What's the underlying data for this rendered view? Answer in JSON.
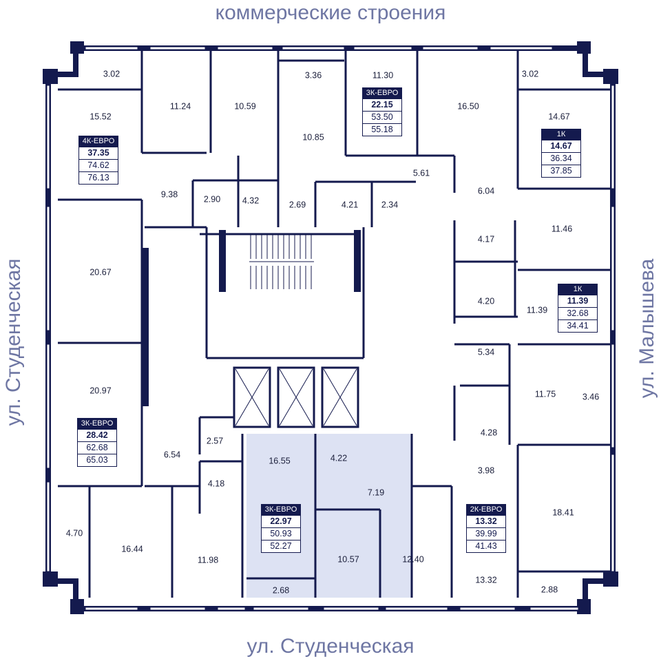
{
  "streets": {
    "top": "коммерческие строения",
    "bottom": "ул. Студенческая",
    "left": "ул. Студенческая",
    "right": "ул. Малышева"
  },
  "colors": {
    "wall": "#141a4e",
    "highlight": "#dde2f3",
    "street_text": "#6e76a3"
  },
  "room_areas": [
    "3.02",
    "11.24",
    "10.59",
    "3.36",
    "11.30",
    "16.50",
    "3.02",
    "15.52",
    "10.85",
    "14.67",
    "9.38",
    "2.90",
    "4.32",
    "5.61",
    "6.04",
    "2.69",
    "4.21",
    "2.34",
    "11.46",
    "4.17",
    "20.67",
    "4.20",
    "11.39",
    "5.34",
    "11.75",
    "3.46",
    "20.97",
    "2.57",
    "4.28",
    "16.55",
    "4.22",
    "6.54",
    "3.98",
    "4.18",
    "7.19",
    "18.41",
    "4.70",
    "16.44",
    "11.98",
    "10.57",
    "12.40",
    "13.32",
    "2.68",
    "2.88"
  ],
  "apartments": [
    {
      "type": "4К-ЕВРО",
      "living": "37.35",
      "total": "74.62",
      "total_with_balcony": "76.13"
    },
    {
      "type": "3К-ЕВРО",
      "living": "22.15",
      "total": "53.50",
      "total_with_balcony": "55.18"
    },
    {
      "type": "1К",
      "living": "14.67",
      "total": "36.34",
      "total_with_balcony": "37.85"
    },
    {
      "type": "1К",
      "living": "11.39",
      "total": "32.68",
      "total_with_balcony": "34.41"
    },
    {
      "type": "3К-ЕВРО",
      "living": "28.42",
      "total": "62.68",
      "total_with_balcony": "65.03"
    },
    {
      "type": "3К-ЕВРО",
      "living": "22.97",
      "total": "50.93",
      "total_with_balcony": "52.27"
    },
    {
      "type": "2К-ЕВРО",
      "living": "13.32",
      "total": "39.99",
      "total_with_balcony": "41.43"
    }
  ]
}
